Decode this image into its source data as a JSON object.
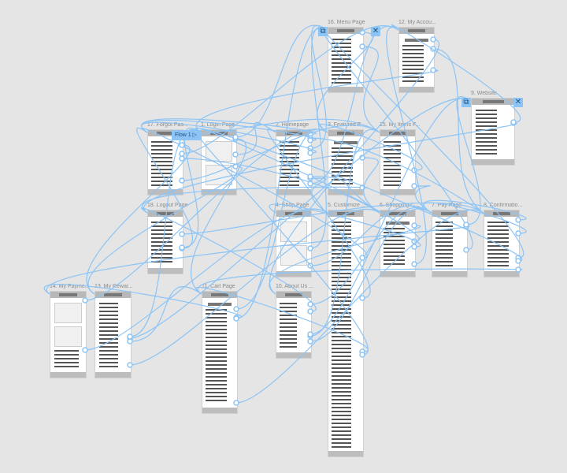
{
  "canvas_background": "#e5e5e5",
  "link_color": "#8cc4f5",
  "flow": {
    "label": "Flow 1",
    "play_icon": "play-icon"
  },
  "frames": [
    {
      "id": "menu",
      "label": "16. Menu Page"
    },
    {
      "id": "account",
      "label": "12. My Accou..."
    },
    {
      "id": "website",
      "label": "9. Website"
    },
    {
      "id": "forgot",
      "label": "17. Forgot Pas..."
    },
    {
      "id": "login",
      "label": "1. Login Page"
    },
    {
      "id": "home",
      "label": "2. Homepage"
    },
    {
      "id": "featured",
      "label": "3. Featured P..."
    },
    {
      "id": "items",
      "label": "15. My Items F..."
    },
    {
      "id": "logout",
      "label": "18. Logout Page"
    },
    {
      "id": "shop",
      "label": "4. Shop Page"
    },
    {
      "id": "customize",
      "label": "5. Customize ..."
    },
    {
      "id": "shopping",
      "label": "6. Shopping C..."
    },
    {
      "id": "pay",
      "label": "7. Pay Page"
    },
    {
      "id": "confirm",
      "label": "8. Confirmatio..."
    },
    {
      "id": "payment",
      "label": "14. My Payme..."
    },
    {
      "id": "rewards",
      "label": "13. My Rewar..."
    },
    {
      "id": "cart",
      "label": "11. Cart Page"
    },
    {
      "id": "about",
      "label": "10. About Us ..."
    }
  ],
  "overlay_icons": {
    "open": "overlay-open-icon",
    "close": "close-icon"
  }
}
